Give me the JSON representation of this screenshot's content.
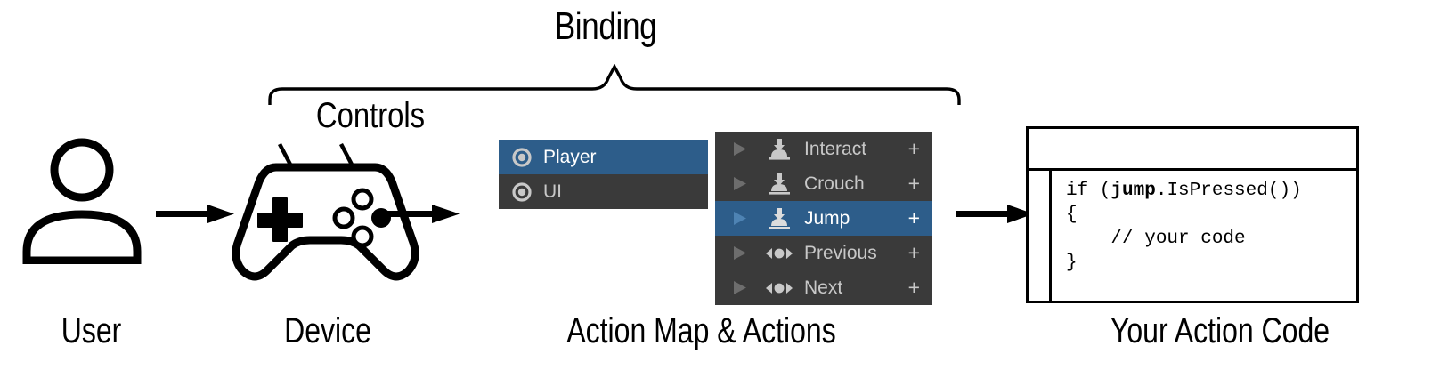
{
  "diagram": {
    "top_label": "Binding",
    "controls_label": "Controls"
  },
  "stages": {
    "user": {
      "caption": "User",
      "icon": "user-icon"
    },
    "device": {
      "caption": "Device",
      "icon": "gamepad-icon"
    },
    "action_map": {
      "caption": "Action Map & Actions"
    },
    "code": {
      "caption": "Your Action Code"
    }
  },
  "action_maps": {
    "items": [
      {
        "label": "Player",
        "icon": "action-map-icon",
        "selected": true
      },
      {
        "label": "UI",
        "icon": "action-map-icon",
        "selected": false
      }
    ]
  },
  "actions": {
    "add_label": "+",
    "items": [
      {
        "label": "Interact",
        "icon": "button-action-icon",
        "selected": false
      },
      {
        "label": "Crouch",
        "icon": "button-action-icon",
        "selected": false
      },
      {
        "label": "Jump",
        "icon": "button-action-icon",
        "selected": true
      },
      {
        "label": "Previous",
        "icon": "axis-action-icon",
        "selected": false
      },
      {
        "label": "Next",
        "icon": "axis-action-icon",
        "selected": false
      }
    ]
  },
  "code_window": {
    "title": "",
    "lines": [
      {
        "pre": "if (",
        "bold": "jump",
        "post": ".IsPressed())"
      },
      {
        "pre": "{",
        "bold": "",
        "post": ""
      },
      {
        "pre": "    // your code",
        "bold": "",
        "post": ""
      },
      {
        "pre": "}",
        "bold": "",
        "post": ""
      }
    ]
  },
  "colors": {
    "panel_bg": "#3a3a3a",
    "selection": "#2d5d8a",
    "text": "#c8c8c8",
    "text_selected": "#ffffff",
    "ink": "#000000"
  }
}
